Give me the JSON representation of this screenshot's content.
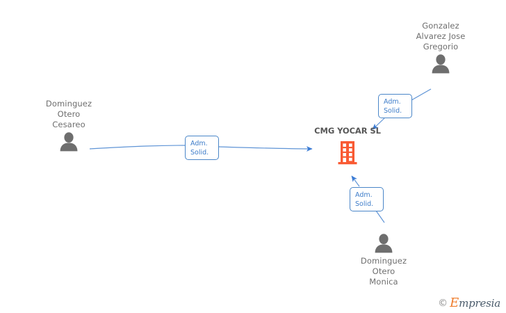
{
  "graph": {
    "company": {
      "name": "CMG YOCAR SL",
      "icon": "building-icon",
      "color": "#f95a33"
    },
    "persons": [
      {
        "id": "dominguez-otero-cesareo",
        "name": "Dominguez\nOtero\nCesareo",
        "icon": "person-icon",
        "color": "#6e6e6e"
      },
      {
        "id": "gonzalez-alvarez-jose-gregorio",
        "name": "Gonzalez\nAlvarez Jose\nGregorio",
        "icon": "person-icon",
        "color": "#6e6e6e"
      },
      {
        "id": "dominguez-otero-monica",
        "name": "Dominguez\nOtero\nMonica",
        "icon": "person-icon",
        "color": "#6e6e6e"
      }
    ],
    "relations": [
      {
        "id": "rel-cesareo",
        "label": "Adm.\nSolid.",
        "from": "dominguez-otero-cesareo",
        "to": "cmg-yocar-sl",
        "color": "#4a86c8"
      },
      {
        "id": "rel-gonzalez",
        "label": "Adm.\nSolid.",
        "from": "gonzalez-alvarez-jose-gregorio",
        "to": "cmg-yocar-sl",
        "color": "#4a86c8"
      },
      {
        "id": "rel-monica",
        "label": "Adm.\nSolid.",
        "from": "dominguez-otero-monica",
        "to": "cmg-yocar-sl",
        "color": "#4a86c8"
      }
    ]
  },
  "watermark": {
    "copyright": "©",
    "brand_initial": "E",
    "brand_rest": "mpresia"
  }
}
